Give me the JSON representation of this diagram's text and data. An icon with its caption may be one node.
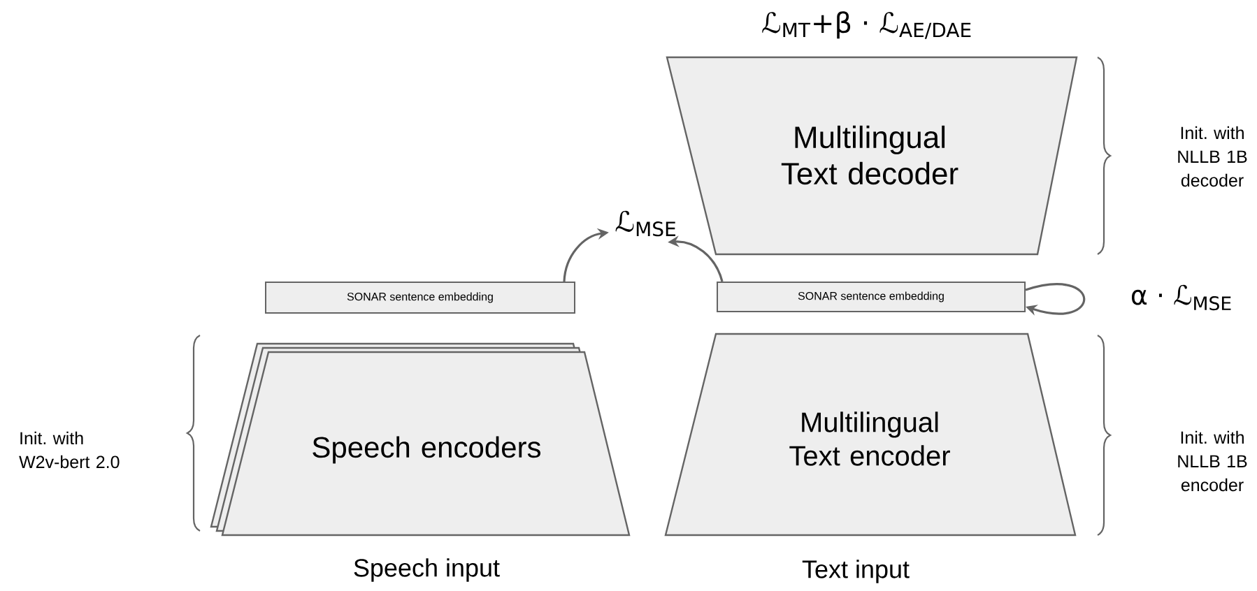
{
  "diagram": {
    "nodes": [
      {
        "text": [
          "Speech encoders"
        ],
        "beside": [
          "Speech input"
        ]
      },
      {
        "text": [
          "SONAR sentence embedding"
        ]
      },
      {
        "text": [
          "Multilingual Text encoder"
        ],
        "beside": [
          "Text input"
        ]
      },
      {
        "text": [
          "SONAR sentence embedding"
        ]
      },
      {
        "text": [
          "Multilingual Text decoder"
        ],
        "beside": [
          "ℒ$_{MT}$+β · ℒ$_{AE/DAE}$"
        ]
      },
      {
        "text": [
          "ℒ$_{MSE}$"
        ]
      }
    ],
    "edges": [
      {
        "from": 1,
        "to": 5,
        "arrow": "to"
      },
      {
        "from": 3,
        "to": 5,
        "arrow": "to"
      },
      {
        "from": 3,
        "to": 3,
        "arrow": "to",
        "label": "α · ℒ$_{MSE}$"
      }
    ],
    "labels": [
      "Init. with W2v-bert 2.0",
      "Init. with NLLB 1B decoder",
      "Init. with NLLB 1B encoder"
    ]
  }
}
